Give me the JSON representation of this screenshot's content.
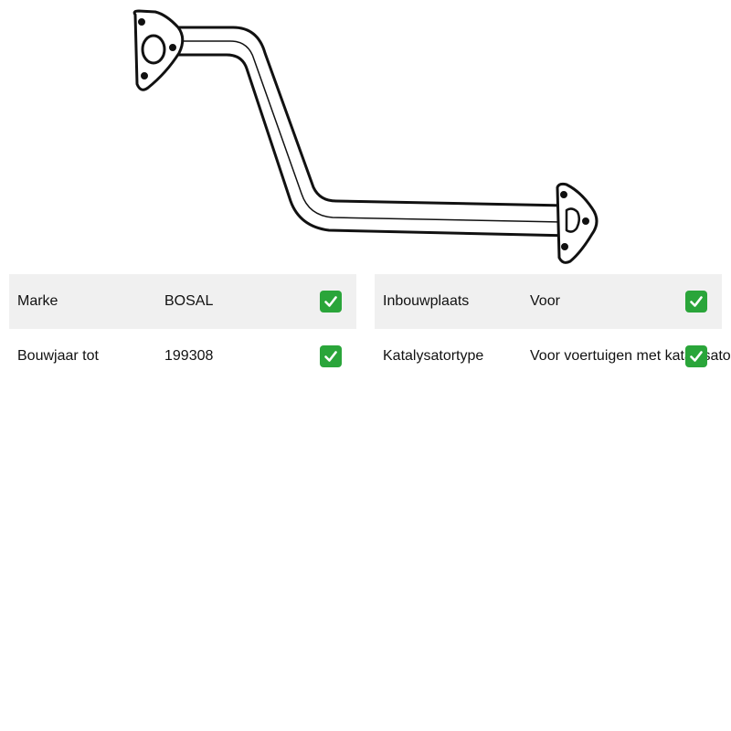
{
  "product": {
    "image_icon": "exhaust-pipe-drawing",
    "colors": {
      "row_shade": "#f0f0f0",
      "check_green": "#2aa53a"
    }
  },
  "specs": {
    "left": [
      {
        "label": "Marke",
        "value": "BOSAL"
      },
      {
        "label": "Bouwjaar tot",
        "value": "199308"
      }
    ],
    "right": [
      {
        "label": "Inbouwplaats",
        "value": "Voor"
      },
      {
        "label": "Katalysatortype",
        "value": "Voor voertuigen met katalysator"
      }
    ]
  }
}
